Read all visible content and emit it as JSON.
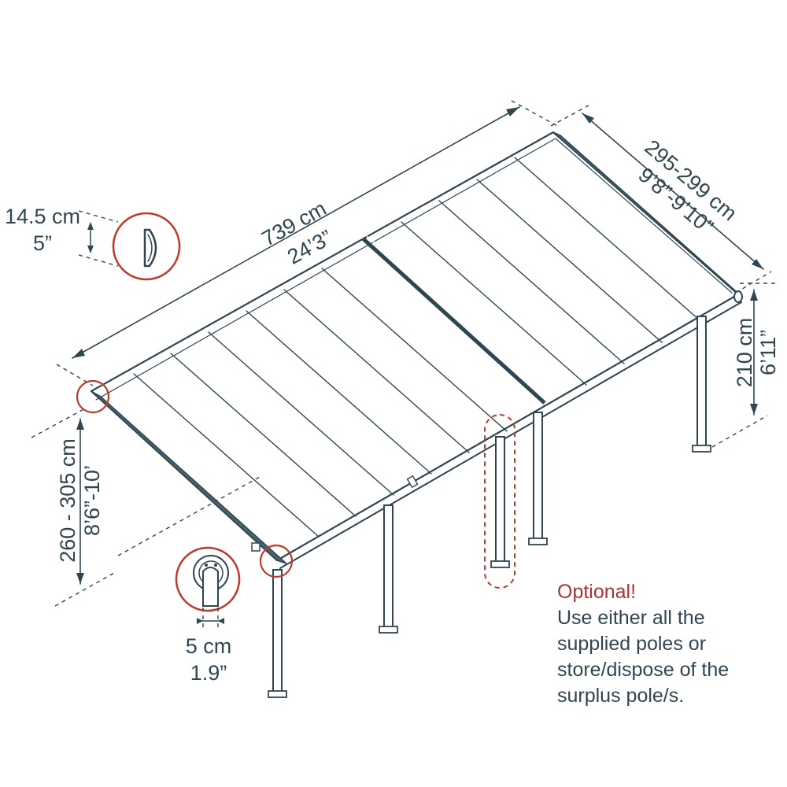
{
  "dimensions": {
    "length_cm": "739 cm",
    "length_ft": "24’3”",
    "width_cm": "295-299 cm",
    "width_ft": "9’8”-9’10”",
    "height_right_cm": "210 cm",
    "height_right_ft": "6’11”",
    "height_left_cm": "260 - 305 cm",
    "height_left_ft": "8’6”-10’",
    "gutter_cm": "14.5 cm",
    "gutter_in": "5”",
    "pole_cm": "5 cm",
    "pole_in": "1.9”"
  },
  "note": {
    "title": "Optional!",
    "lines": [
      "Use either all the",
      "supplied poles or",
      "store/dispose of the",
      "surplus pole/s."
    ]
  },
  "colors": {
    "line": "#2f4650",
    "highlight": "#c0392b",
    "background": "#ffffff"
  },
  "icons": [
    "gutter-profile-icon",
    "post-connector-icon"
  ]
}
